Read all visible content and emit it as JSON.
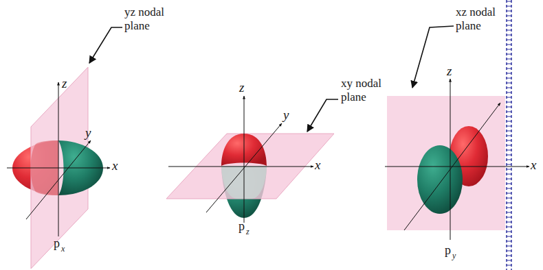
{
  "diagram": {
    "labels": [
      "yz nodal plane",
      "z",
      "y",
      "x",
      "p",
      "x",
      "xy nodal plane",
      "z",
      "y",
      "x",
      "p",
      "z",
      "xz nodal plane",
      "z",
      "x",
      "p",
      "y"
    ]
  }
}
